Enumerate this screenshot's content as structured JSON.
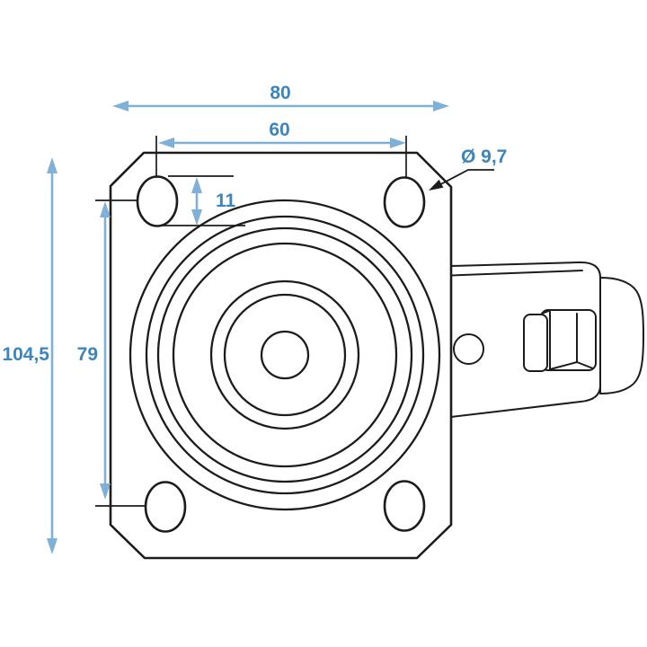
{
  "drawing": {
    "labels": {
      "plate_width": "80",
      "hole_pitch_width": "60",
      "slot_height": "11",
      "plate_height": "104,5",
      "hole_pitch_height": "79",
      "hole_diameter": "Ø 9,7"
    },
    "colors": {
      "dim-line": "#7fb0d8",
      "dim-text": "#3c85bd",
      "ink": "#1c1c1c",
      "bg": "#ffffff"
    }
  }
}
